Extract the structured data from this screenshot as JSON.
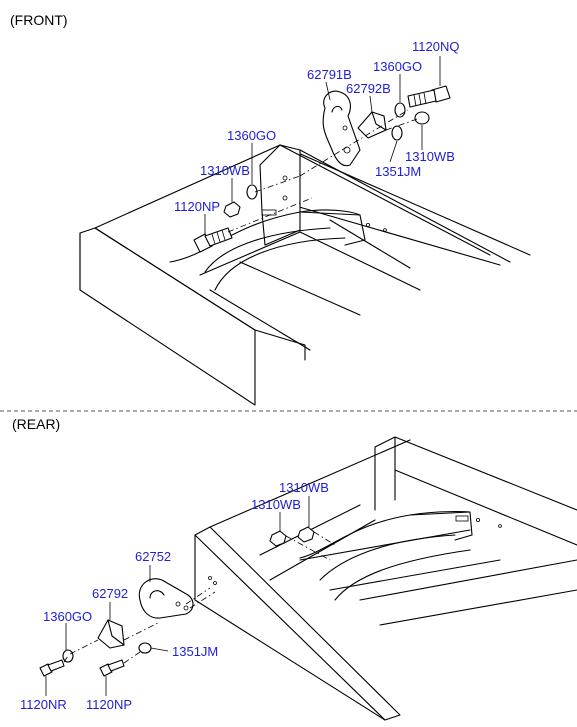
{
  "sections": {
    "front": {
      "title": "(FRONT)"
    },
    "rear": {
      "title": "(REAR)"
    }
  },
  "front_parts": {
    "p1120NQ": "1120NQ",
    "p62791B": "62791B",
    "p1360GO": "1360GO",
    "p62792B": "62792B",
    "p1360GO_2": "1360GO",
    "p1310WB": "1310WB",
    "p1310WB_2": "1310WB",
    "p1351JM": "1351JM",
    "p1120NP": "1120NP"
  },
  "rear_parts": {
    "p1310WB": "1310WB",
    "p1310WB_2": "1310WB",
    "p62752": "62752",
    "p62792": "62792",
    "p1360GO": "1360GO",
    "p1351JM": "1351JM",
    "p1120NR": "1120NR",
    "p1120NP": "1120NP"
  },
  "colors": {
    "label": "#1f1fd6",
    "line": "#000000"
  }
}
